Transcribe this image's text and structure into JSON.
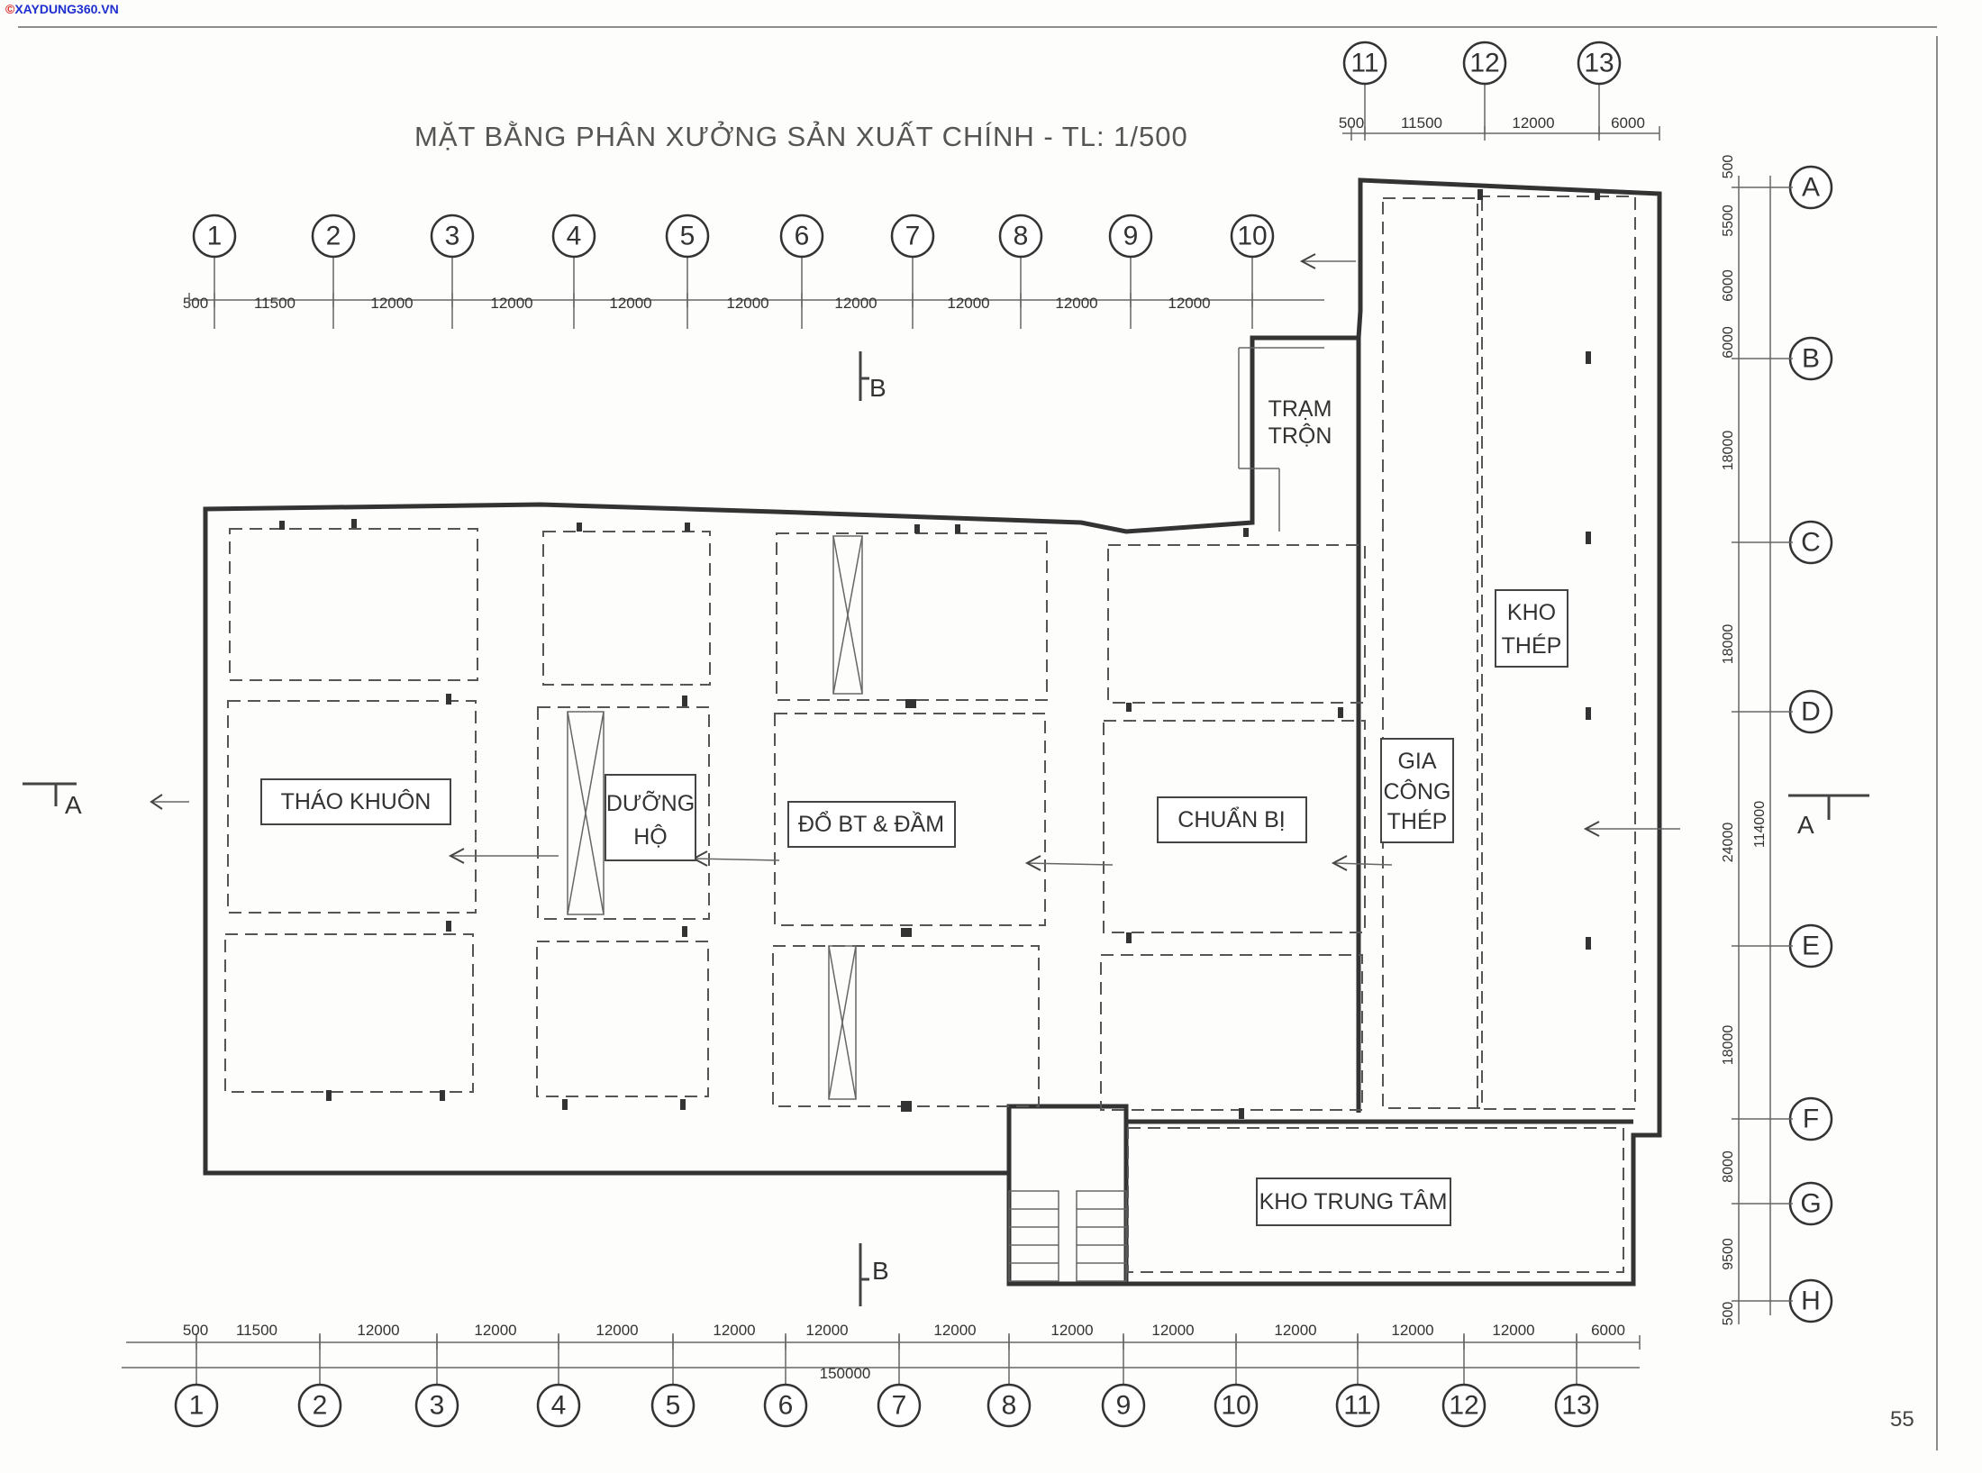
{
  "watermark": "XAYDUNG360.VN",
  "watermark_icon": "copyright-icon",
  "title": "MẶT BẰNG PHÂN XƯỞNG SẢN XUẤT CHÍNH - TL: 1/500",
  "page_number": "55",
  "axes_top_left": [
    "1",
    "2",
    "3",
    "4",
    "5",
    "6",
    "7",
    "8",
    "9",
    "10"
  ],
  "axes_top_right": [
    "11",
    "12",
    "13"
  ],
  "axes_bottom": [
    "1",
    "2",
    "3",
    "4",
    "5",
    "6",
    "7",
    "8",
    "9",
    "10",
    "11",
    "12",
    "13"
  ],
  "axes_rows": [
    "A",
    "B",
    "C",
    "D",
    "E",
    "F",
    "G",
    "H"
  ],
  "dims_top_left": [
    "500",
    "11500",
    "12000",
    "12000",
    "12000",
    "12000",
    "12000",
    "12000",
    "12000",
    "12000"
  ],
  "dims_top_right": [
    "500",
    "11500",
    "12000",
    "6000"
  ],
  "dims_bottom": [
    "500",
    "11500",
    "12000",
    "12000",
    "12000",
    "12000",
    "12000",
    "12000",
    "12000",
    "12000",
    "12000",
    "12000",
    "12000",
    "6000"
  ],
  "dim_bottom_total": "150000",
  "dims_right": [
    "500",
    "5500",
    "6000",
    "6000",
    "18000",
    "18000",
    "24000",
    "18000",
    "8000",
    "9500",
    "500"
  ],
  "dim_right_total": "114000",
  "sections": {
    "a": "A",
    "b": "B"
  },
  "rooms": {
    "thao_khuon": "THÁO KHUÔN",
    "duong_ho_1": "DƯỠNG",
    "duong_ho_2": "HỘ",
    "do_bt": "ĐỔ BT & ĐẦM",
    "chuan_bi": "CHUẨN BỊ",
    "tram_tron_1": "TRẠM",
    "tram_tron_2": "TRỘN",
    "gia_cong_1": "GIA",
    "gia_cong_2": "CÔNG",
    "gia_cong_3": "THÉP",
    "kho_thep_1": "KHO",
    "kho_thep_2": "THÉP",
    "kho_trung_tam": "KHO TRUNG TÂM"
  }
}
